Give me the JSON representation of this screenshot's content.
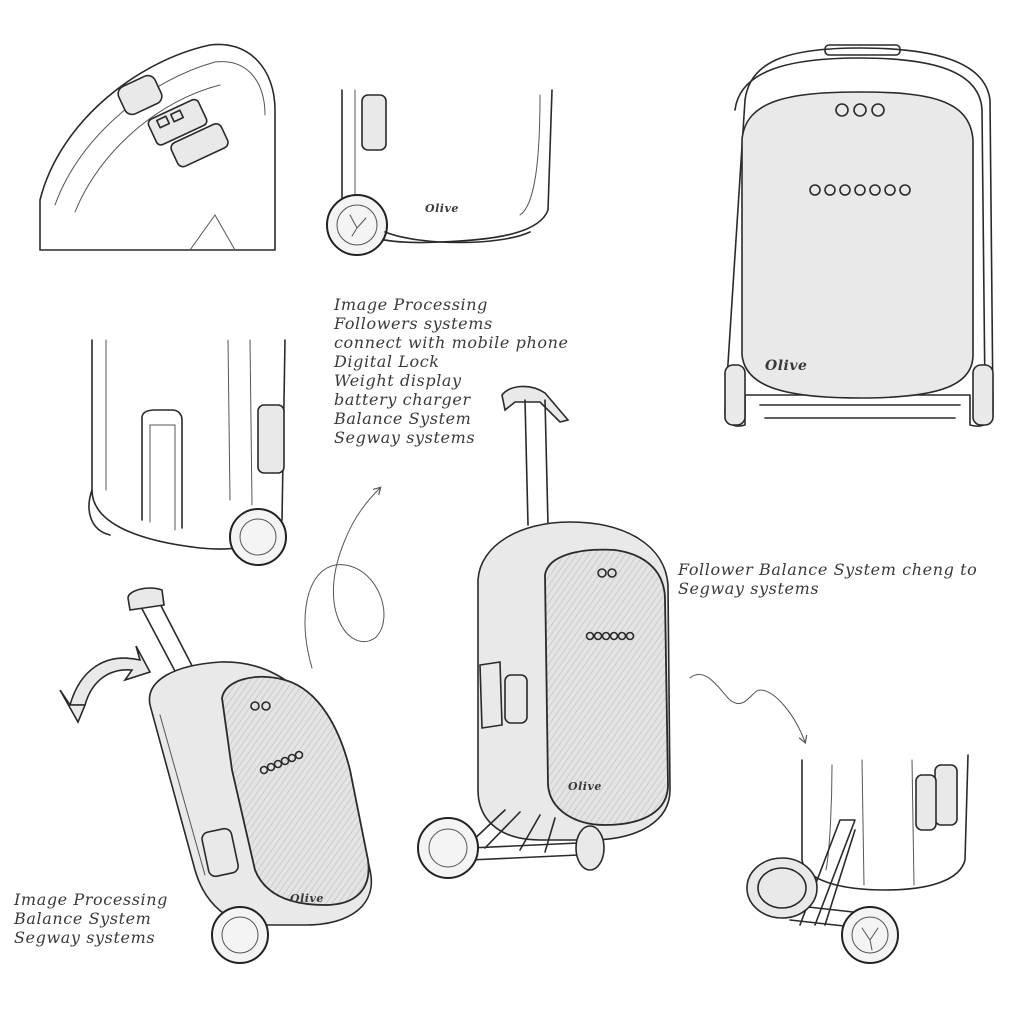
{
  "brand": "Olive",
  "notes": {
    "top_list": [
      "Image Processing",
      "Followers systems",
      "connect with mobile phone",
      "Digital Lock",
      "Weight display",
      "battery charger",
      "Balance System",
      "Segway systems"
    ],
    "right_caption": [
      "Follower Balance System cheng to",
      "Segway systems"
    ],
    "bottom_left": [
      "Image Processing",
      "Balance System",
      "Segway systems"
    ]
  }
}
